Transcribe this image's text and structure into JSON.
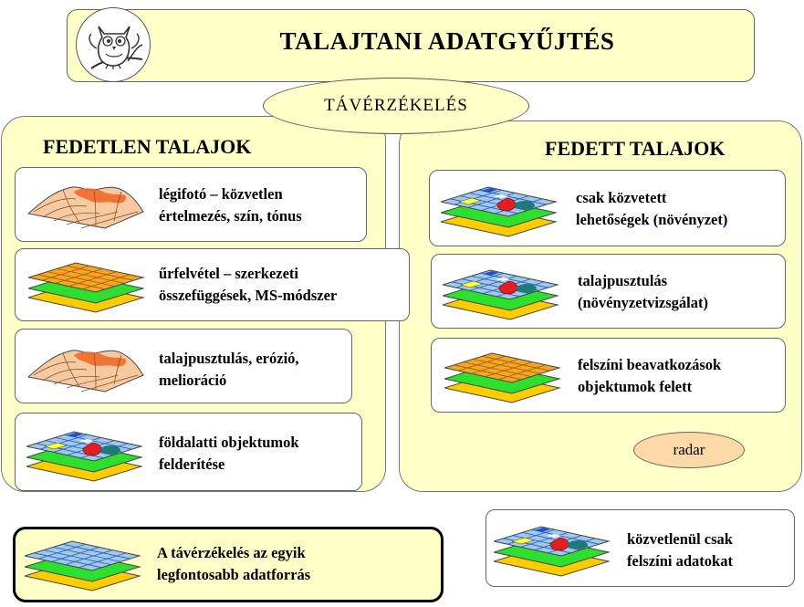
{
  "header": {
    "title": "TALAJTANI ADATGYŰJTÉS",
    "logo_icon": "owl-icon"
  },
  "center_label": "TÁVÉRZÉKELÉS",
  "left_panel": {
    "title": "FEDETLEN TALAJOK",
    "items": [
      {
        "icon": "terrain-relief-icon",
        "line1": "légifotó – közvetlen",
        "line2": "értelmezés, szín, tónus"
      },
      {
        "icon": "stacked-grid-layers-icon",
        "line1": "űrfelvétel – szerkezeti",
        "line2": "összefüggések, MS-módszer"
      },
      {
        "icon": "terrain-relief-icon",
        "line1": "talajpusztulás, erózió,",
        "line2": "melioráció"
      },
      {
        "icon": "gis-layers-icon",
        "line1": "földalatti objektumok",
        "line2": "felderítése"
      }
    ]
  },
  "right_panel": {
    "title": "FEDETT TALAJOK",
    "items": [
      {
        "icon": "gis-layers-icon",
        "line1": "csak közvetett",
        "line2": "lehetőségek (növényzet)"
      },
      {
        "icon": "gis-layers-icon",
        "line1": "talajpusztulás",
        "line2": "(növényzetvizsgálat)"
      },
      {
        "icon": "stacked-grid-layers-icon",
        "line1": "felszíni beavatkozások",
        "line2": "objektumok felett"
      }
    ],
    "radar_label": "radar"
  },
  "bottom_left": {
    "icon": "blue-grid-layers-icon",
    "line1": "A távérzékelés az egyik",
    "line2": "legfontosabb adatforrás"
  },
  "bottom_right": {
    "icon": "gis-layers-icon",
    "line1": "közvetlenül csak",
    "line2": "felszíni adatokat"
  },
  "colors": {
    "panel_fill": "#ffffc8",
    "layer_orange": "#f5a623",
    "layer_green": "#2ee02e",
    "layer_yellow": "#ffcc00",
    "layer_blue": "#9ec8f0",
    "terrain": "#f7c9a0",
    "terrain_hot": "#f06a2a",
    "radar_fill": "#fdd9a8"
  }
}
